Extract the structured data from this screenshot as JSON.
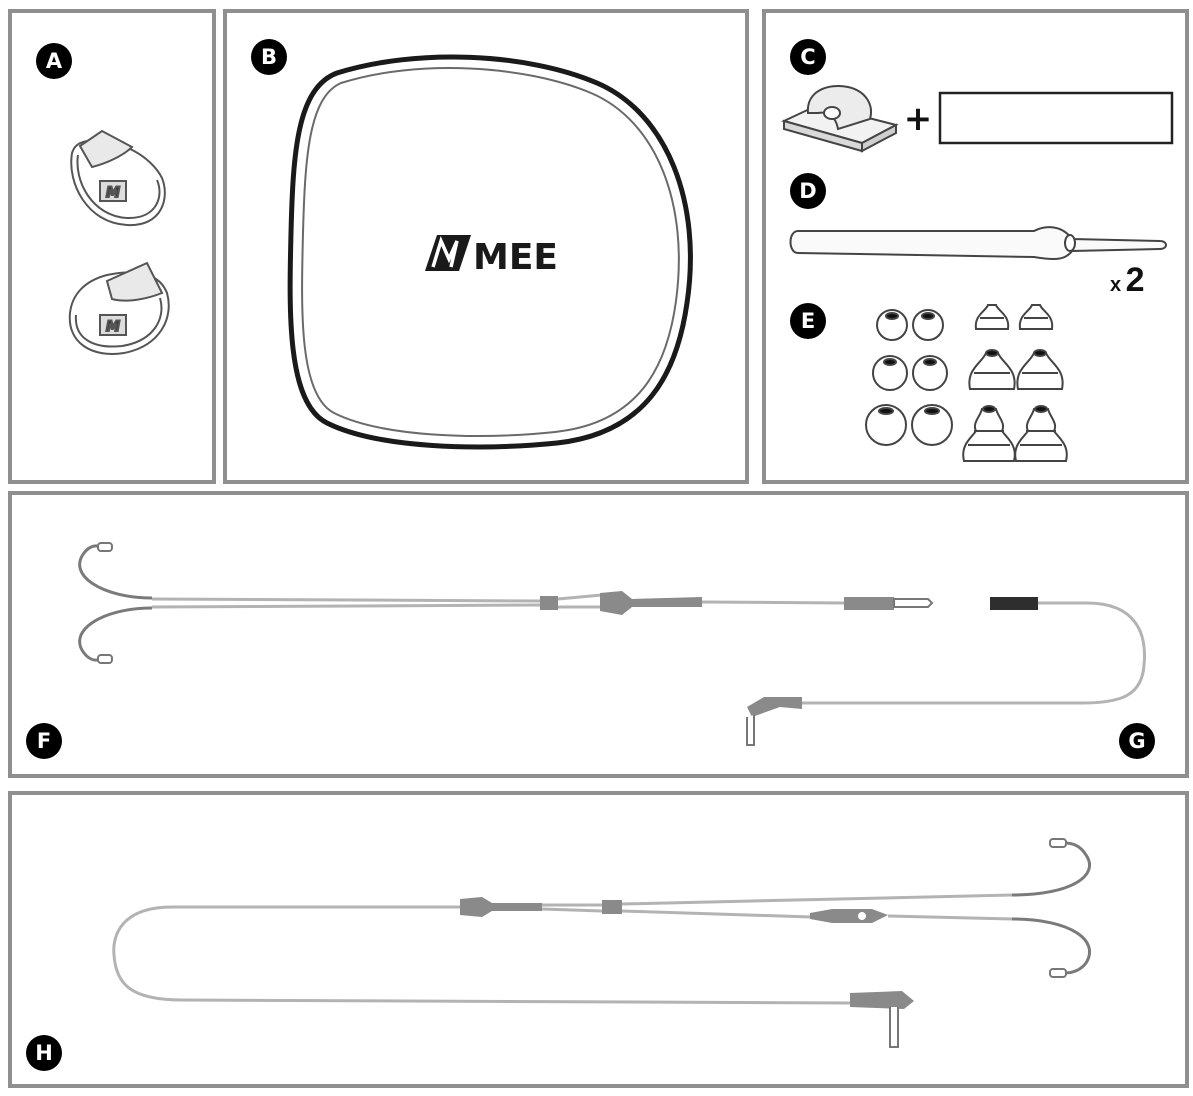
{
  "labels": {
    "a": "A",
    "b": "B",
    "c": "C",
    "d": "D",
    "e": "E",
    "f": "F",
    "g": "G",
    "h": "H"
  },
  "case_logo": "MEE",
  "earpiece_logo": "M",
  "clip_plus": "+",
  "strap_multiplier": {
    "x": "x",
    "count": "2"
  },
  "colors": {
    "panel_border": "#8f8f8f",
    "cable": "#b3b3b3",
    "cable_dark": "#7a7a7a",
    "badge": "#000000"
  }
}
